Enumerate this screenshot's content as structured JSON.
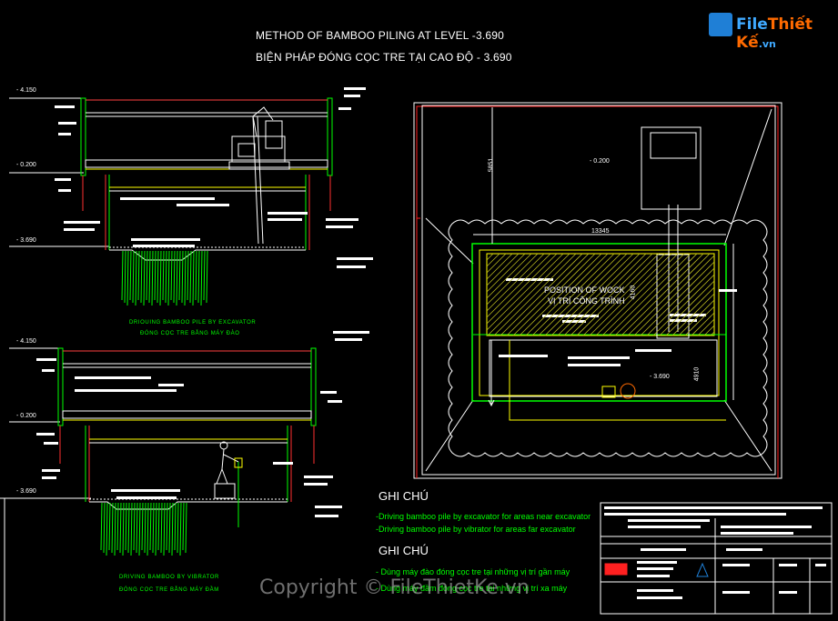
{
  "title": {
    "line1": "METHOD OF BAMBOO PILING AT LEVEL -3.690",
    "line2": "BIỆN PHÁP ĐÓNG CỌC TRE TẠI CAO ĐỘ - 3.690"
  },
  "section_top": {
    "caption_en": "DRIOUING BAMBOO PILE BY EXCAVATOR",
    "caption_vi": "ĐÓNG CỌC TRE BẰNG MÁY ĐÀO",
    "levels": [
      "- 4.150",
      "- 0.200",
      "- 3.690"
    ]
  },
  "section_bottom": {
    "caption_en": "DRIVING BAMBOO BY VIBRATOR",
    "caption_vi": "ĐÓNG CỌC TRE BẰNG MÁY ĐẦM",
    "levels": [
      "- 4.150",
      "- 0.200",
      "- 3.690"
    ]
  },
  "plan": {
    "dim_top": "13345",
    "dim_side_a": "4160",
    "dim_side_b": "4910",
    "dim_vertical": "5851",
    "level_a": "- 0.200",
    "level_b": "- 3.690",
    "position_en": "POSITION OF WOCK",
    "position_vi": "VỊ TRÍ CÔNG TRÌNH"
  },
  "notes": {
    "heading1": "GHI CHÚ",
    "item1a": "-Driving bamboo pile by excavator for areas near excavator",
    "item1b": "-Driving bamboo pile by vibrator for areas far excavator",
    "heading2": "GHI CHÚ",
    "item2a": "- Dùng máy đào đóng cọc tre tại những vị trí gần máy",
    "item2b": "- Dùng máy đầm đóng cọc tre tại những vị trí xa máy"
  },
  "logo": {
    "word1": "File",
    "word2": "Thiết Kế",
    "suffix": ".vn"
  },
  "watermark": "Copyright © FileThietKe.vn",
  "colors": {
    "background": "#000000",
    "structure": "#ffffff",
    "wall": "#00ff00",
    "slab": "#ffff00",
    "pile": "#00ff00",
    "sheet_pile": "#ff2020",
    "hatch": "#b8b820",
    "excavator_area": "#b0b0b0",
    "accent_magenta": "#ff00ff"
  }
}
